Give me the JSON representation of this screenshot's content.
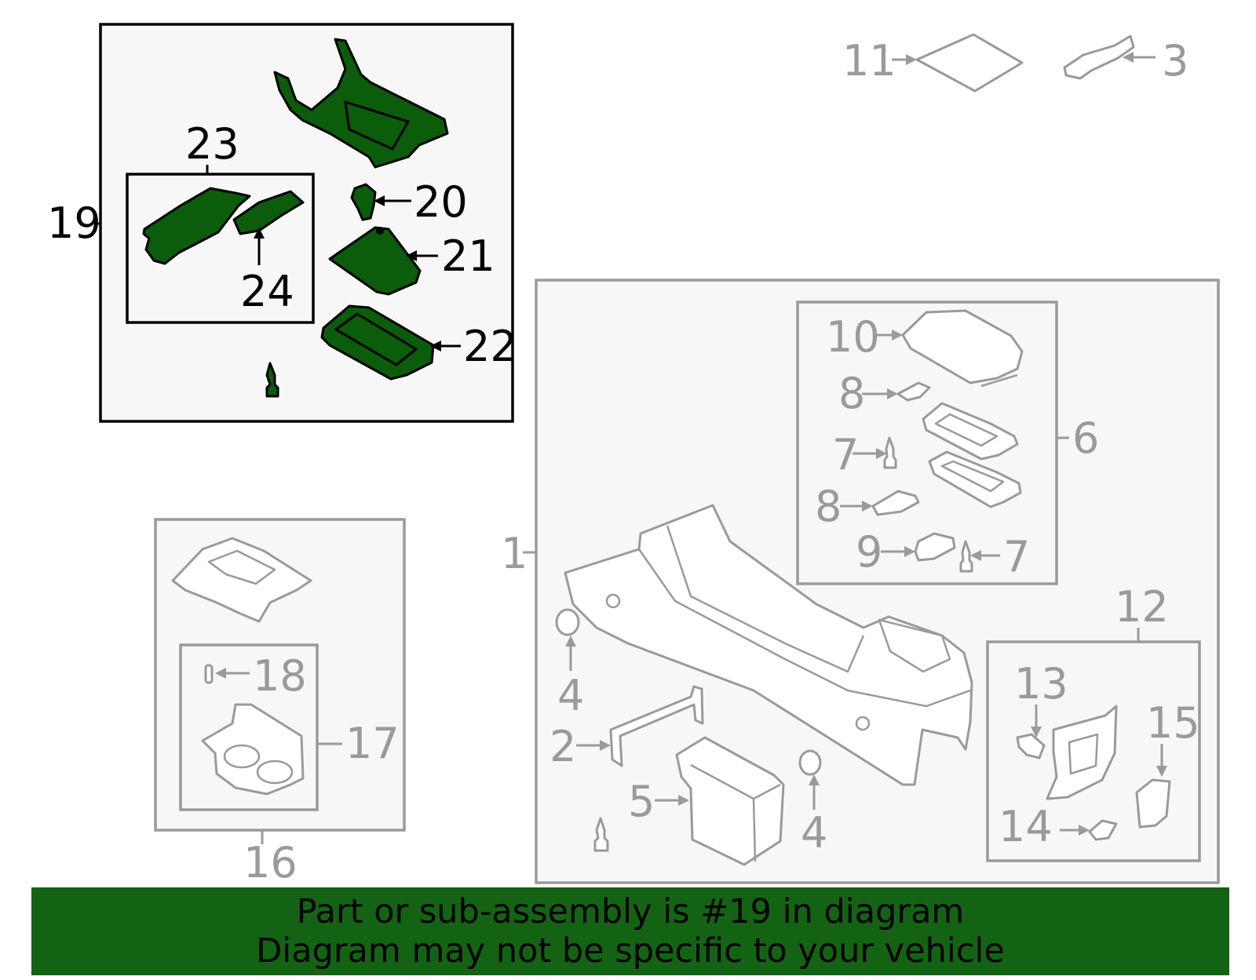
{
  "diagram": {
    "highlight_color": "#0b5c0b",
    "dim_color": "#9a9a9a",
    "callouts": {
      "c1": "1",
      "c2": "2",
      "c3": "3",
      "c4a": "4",
      "c4b": "4",
      "c5": "5",
      "c6": "6",
      "c7a": "7",
      "c7b": "7",
      "c8a": "8",
      "c8b": "8",
      "c9": "9",
      "c10": "10",
      "c11": "11",
      "c12": "12",
      "c13": "13",
      "c14": "14",
      "c15": "15",
      "c16": "16",
      "c17": "17",
      "c18": "18",
      "c19": "19",
      "c20": "20",
      "c21": "21",
      "c22": "22",
      "c23": "23",
      "c24": "24"
    }
  },
  "banner": {
    "background": "#146314",
    "line1": "Part or sub-assembly is #19 in diagram",
    "line2": "Diagram may not be specific to your vehicle"
  }
}
